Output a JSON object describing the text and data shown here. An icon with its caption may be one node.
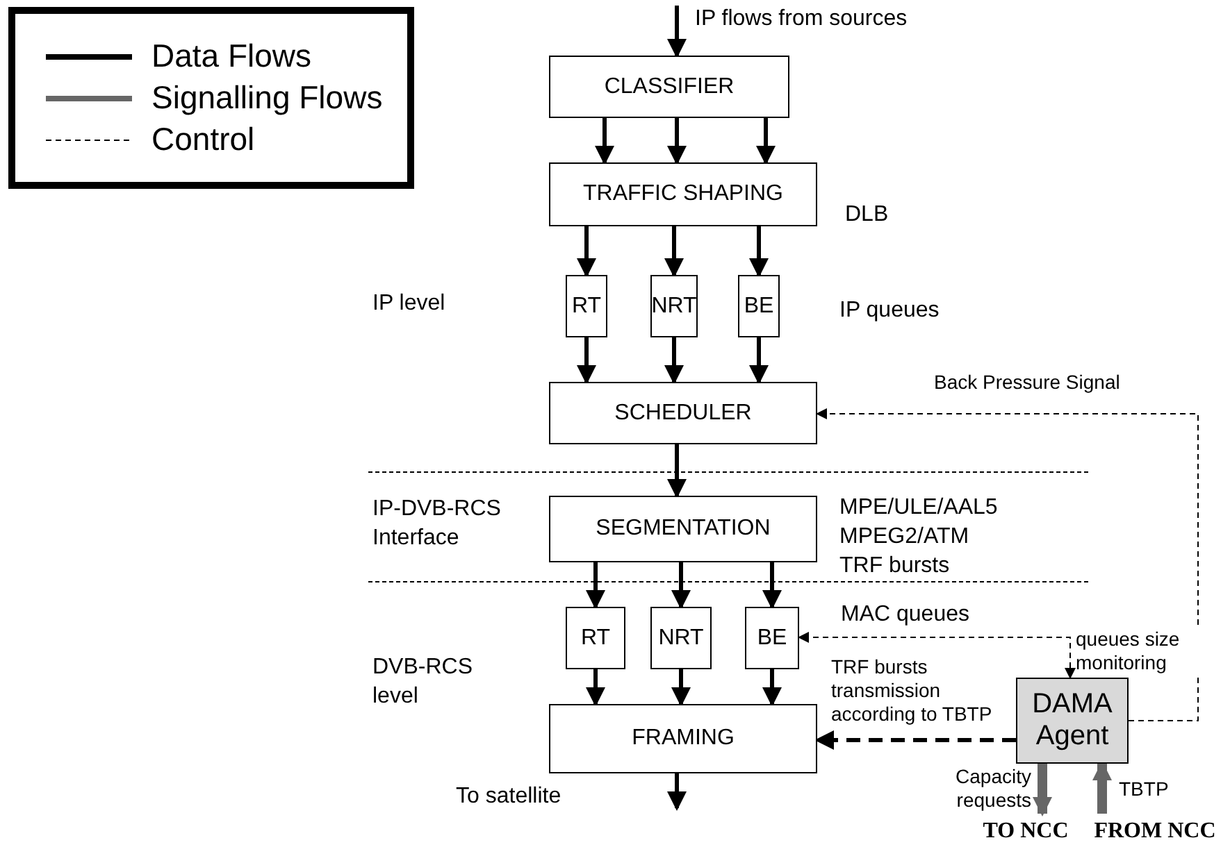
{
  "diagram": {
    "nodes": [
      {
        "text": [
          "CLASSIFIER"
        ]
      },
      {
        "text": [
          "TRAFFIC SHAPING"
        ]
      },
      {
        "text": [
          "RT"
        ]
      },
      {
        "text": [
          "NRT"
        ]
      },
      {
        "text": [
          "BE"
        ]
      },
      {
        "text": [
          "SCHEDULER"
        ]
      },
      {
        "text": [
          "SEGMENTATION"
        ]
      },
      {
        "text": [
          "RT"
        ]
      },
      {
        "text": [
          "NRT"
        ]
      },
      {
        "text": [
          "BE"
        ]
      },
      {
        "text": [
          "FRAMING"
        ]
      },
      {
        "text": [
          "DAMA Agent"
        ]
      },
      {
        "text": [
          "TO NCC"
        ]
      },
      {
        "text": [
          "FROM NCC"
        ]
      }
    ],
    "edges": [
      {
        "from": null,
        "to": 0,
        "arrow": "to"
      },
      {
        "from": 0,
        "to": 1,
        "arrow": "to"
      },
      {
        "from": 0,
        "to": 1,
        "arrow": "to"
      },
      {
        "from": 0,
        "to": 1,
        "arrow": "to"
      },
      {
        "from": 1,
        "to": 2,
        "arrow": "to"
      },
      {
        "from": 1,
        "to": 3,
        "arrow": "to"
      },
      {
        "from": 1,
        "to": 4,
        "arrow": "to"
      },
      {
        "from": 2,
        "to": 5,
        "arrow": "to"
      },
      {
        "from": 3,
        "to": 5,
        "arrow": "to"
      },
      {
        "from": 4,
        "to": 5,
        "arrow": "to"
      },
      {
        "from": 5,
        "to": 6,
        "arrow": "to"
      },
      {
        "from": 6,
        "to": 7,
        "arrow": "to"
      },
      {
        "from": 6,
        "to": 8,
        "arrow": "to"
      },
      {
        "from": 6,
        "to": 9,
        "arrow": "to"
      },
      {
        "from": 7,
        "to": 10,
        "arrow": "to"
      },
      {
        "from": 8,
        "to": 10,
        "arrow": "to"
      },
      {
        "from": 9,
        "to": 10,
        "arrow": "to"
      },
      {
        "from": 10,
        "to": null,
        "arrow": "to"
      },
      {
        "from": 11,
        "to": 5,
        "arrow": "to",
        "label": "Back Pressure Signal",
        "style": "dashed"
      },
      {
        "from": 11,
        "to": 9,
        "arrow": "both",
        "label": "queues size monitoring",
        "style": "dashed"
      },
      {
        "from": 11,
        "to": 10,
        "arrow": "to",
        "label": "TRF bursts transmission according to TBTP",
        "style": "dashed"
      },
      {
        "from": 11,
        "to": 12,
        "arrow": "to",
        "label": "Capacity requests",
        "style": "thick",
        "color": "#666666"
      },
      {
        "from": 13,
        "to": 11,
        "arrow": "to",
        "label": "TBTP",
        "style": "thick",
        "color": "#666666"
      }
    ],
    "labels": [
      "IP flows from sources",
      "DLB",
      "IP level",
      "IP queues",
      "IP-DVB-RCS Interface",
      "MPE/ULE/AAL5",
      "MPEG2/ATM",
      "TRF bursts",
      "MAC queues",
      "DVB-RCS level",
      "To satellite"
    ],
    "legend": [
      {
        "text": "Data Flows"
      },
      {
        "text": "Signalling Flows"
      },
      {
        "text": "Control"
      }
    ]
  }
}
